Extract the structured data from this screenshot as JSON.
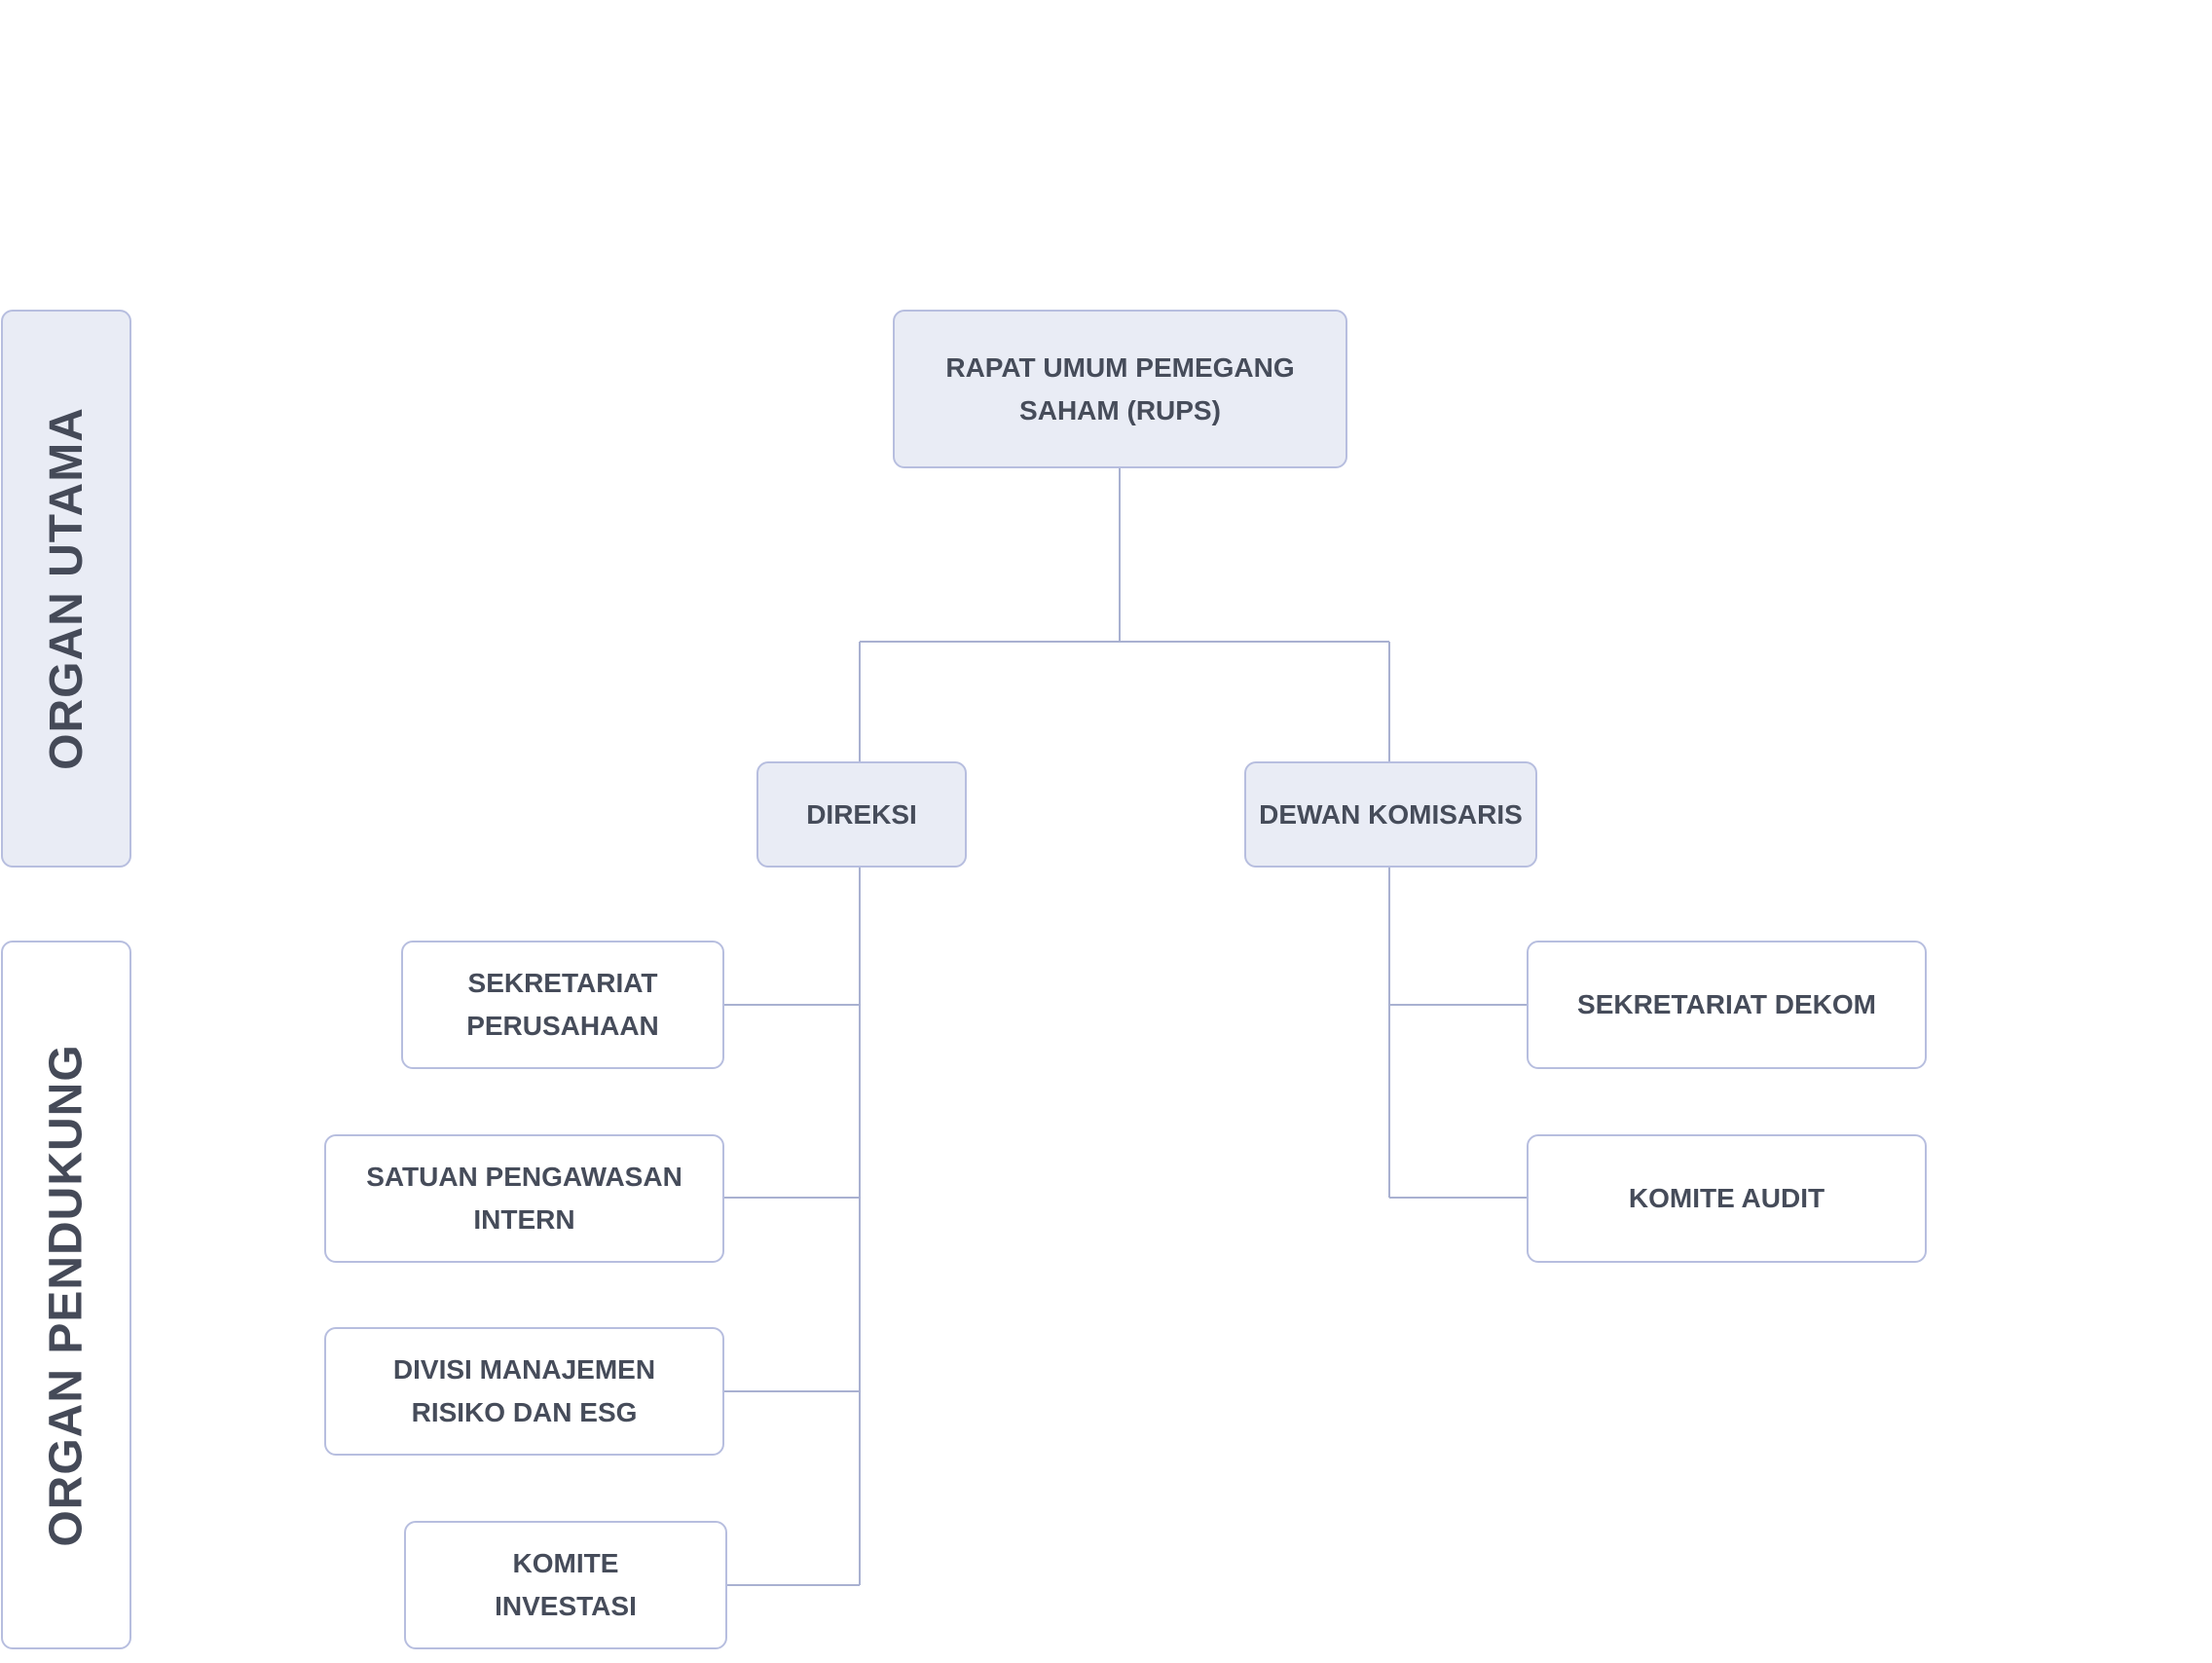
{
  "side_labels": {
    "organ_utama": "ORGAN UTAMA",
    "organ_pendukung": "ORGAN PENDUKUNG"
  },
  "nodes": {
    "rups": "RAPAT UMUM PEMEGANG SAHAM (RUPS)",
    "direksi": "DIREKSI",
    "dewan_komisaris": "DEWAN KOMISARIS",
    "sekretariat_perusahaan": "SEKRETARIAT PERUSAHAAN",
    "satuan_pengawasan_intern": "SATUAN PENGAWASAN INTERN",
    "divisi_manajemen_risiko": "DIVISI MANAJEMEN RISIKO DAN ESG",
    "komite_investasi": "KOMITE INVESTASI",
    "sekretariat_dekom": "SEKRETARIAT DEKOM",
    "komite_audit": "KOMITE AUDIT"
  },
  "colors": {
    "box_fill": "#e9ecf5",
    "box_border": "#b7bedf",
    "connector": "#a9b1d1",
    "text": "#464c5a"
  }
}
